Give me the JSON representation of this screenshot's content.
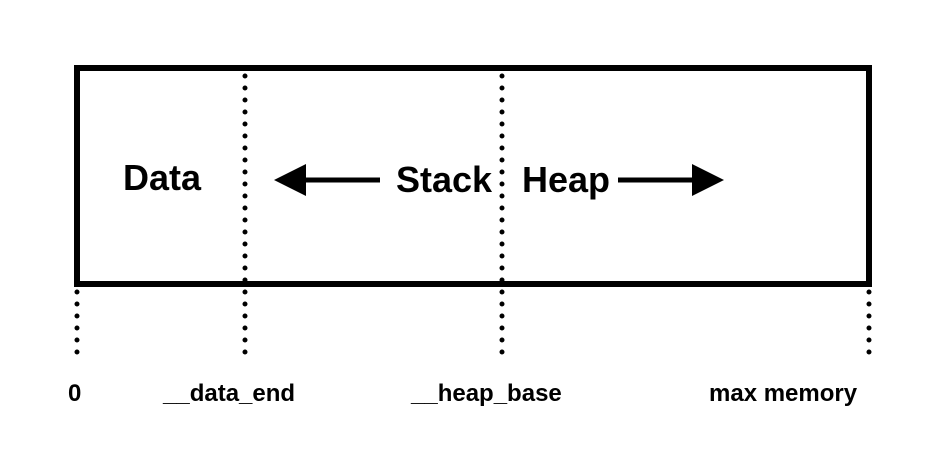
{
  "diagram": {
    "regions": {
      "data": "Data",
      "stack": "Stack",
      "heap": "Heap"
    },
    "addresses": {
      "zero": "0",
      "data_end": "__data_end",
      "heap_base": "__heap_base",
      "max_memory": "max memory"
    },
    "stroke_color": "#000000",
    "background_color": "#ffffff"
  }
}
